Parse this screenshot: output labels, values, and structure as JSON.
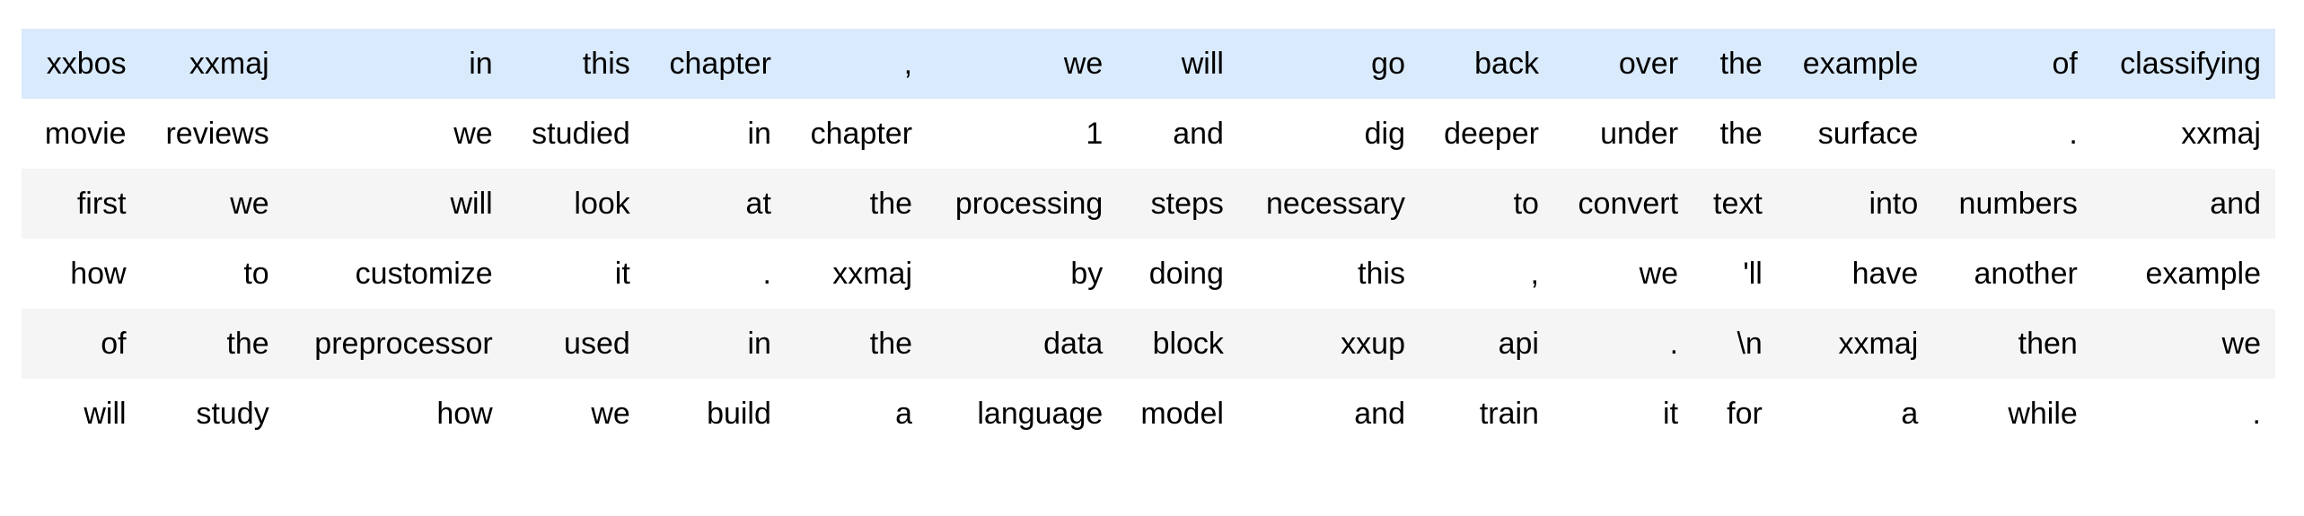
{
  "colors": {
    "highlight_bg": "#d9eafc",
    "stripe_bg": "#f5f5f5",
    "plain_bg": "#ffffff",
    "text": "#000000"
  },
  "token_table": {
    "rows": [
      {
        "style": "highlight",
        "cells": [
          "xxbos",
          "xxmaj",
          "in",
          "this",
          "chapter",
          ",",
          "we",
          "will",
          "go",
          "back",
          "over",
          "the",
          "example",
          "of",
          "classifying"
        ]
      },
      {
        "style": "plain",
        "cells": [
          "movie",
          "reviews",
          "we",
          "studied",
          "in",
          "chapter",
          "1",
          "and",
          "dig",
          "deeper",
          "under",
          "the",
          "surface",
          ".",
          "xxmaj"
        ]
      },
      {
        "style": "stripe",
        "cells": [
          "first",
          "we",
          "will",
          "look",
          "at",
          "the",
          "processing",
          "steps",
          "necessary",
          "to",
          "convert",
          "text",
          "into",
          "numbers",
          "and"
        ]
      },
      {
        "style": "plain",
        "cells": [
          "how",
          "to",
          "customize",
          "it",
          ".",
          "xxmaj",
          "by",
          "doing",
          "this",
          ",",
          "we",
          "'ll",
          "have",
          "another",
          "example"
        ]
      },
      {
        "style": "stripe",
        "cells": [
          "of",
          "the",
          "preprocessor",
          "used",
          "in",
          "the",
          "data",
          "block",
          "xxup",
          "api",
          ".",
          "\\n",
          "xxmaj",
          "then",
          "we"
        ]
      },
      {
        "style": "plain",
        "cells": [
          "will",
          "study",
          "how",
          "we",
          "build",
          "a",
          "language",
          "model",
          "and",
          "train",
          "it",
          "for",
          "a",
          "while",
          "."
        ]
      }
    ]
  }
}
